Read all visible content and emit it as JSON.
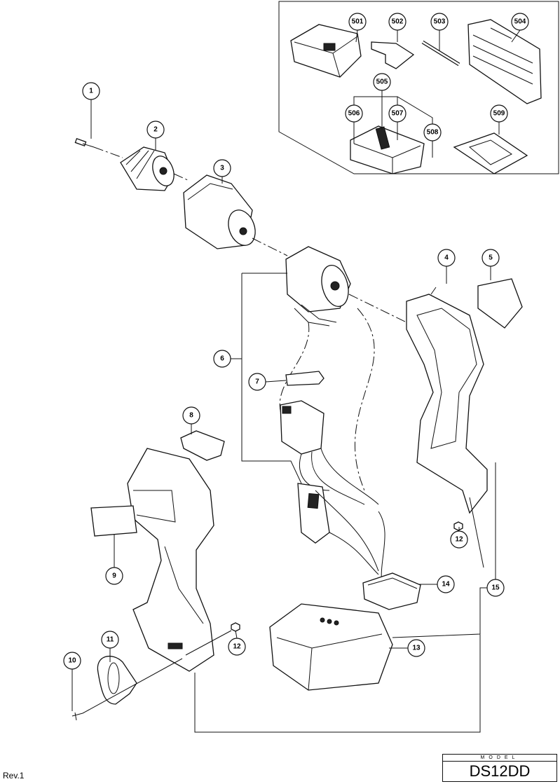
{
  "revision": "Rev.1",
  "model": {
    "label": "MODEL",
    "value": "DS12DD"
  },
  "callouts": {
    "c1": "1",
    "c2": "2",
    "c3": "3",
    "c4": "4",
    "c5": "5",
    "c6": "6",
    "c7": "7",
    "c8": "8",
    "c9": "9",
    "c10": "10",
    "c11": "11",
    "c12a": "12",
    "c12b": "12",
    "c13": "13",
    "c14": "14",
    "c15": "15",
    "c501": "501",
    "c502": "502",
    "c503": "503",
    "c504": "504",
    "c505": "505",
    "c506": "506",
    "c507": "507",
    "c508": "508",
    "c509": "509"
  }
}
